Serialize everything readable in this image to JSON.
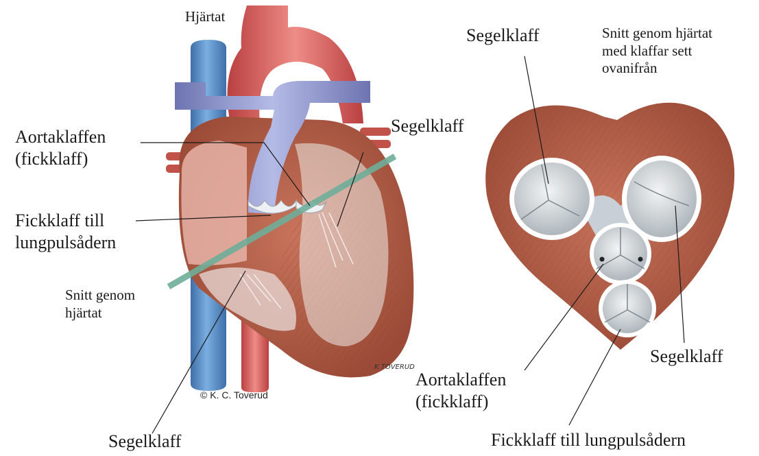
{
  "left_title": "Hjärtat",
  "left_labels": {
    "aortaklaffen": "Aortaklaffen\n(fickklaff)",
    "segelklaff_upper": "Segelklaff",
    "fickklaff_lung": "Fickklaff till\nlungpulsådern",
    "snitt": "Snitt genom\nhjärtat",
    "segelklaff_bottom": "Segelklaff"
  },
  "copyright": "© K. C. Toverud",
  "signature": "K TOVERUD",
  "right_labels": {
    "segelklaff_top": "Segelklaff",
    "snitt_desc": "Snitt genom hjärtat\nmed klaffar sett\novanifrån",
    "segelklaff_right": "Segelklaff",
    "aortaklaffen": "Aortaklaffen\n(fickklaff)",
    "fickklaff_lung": "Fickklaff till lungpulsådern"
  },
  "colors": {
    "muscle": "#b6604a",
    "aorta": "#d05a5a",
    "vena": "#5b8fc7",
    "pulmonary": "#8a93c8",
    "cut_line": "#6fae9a",
    "valve": "#d9dde0"
  }
}
